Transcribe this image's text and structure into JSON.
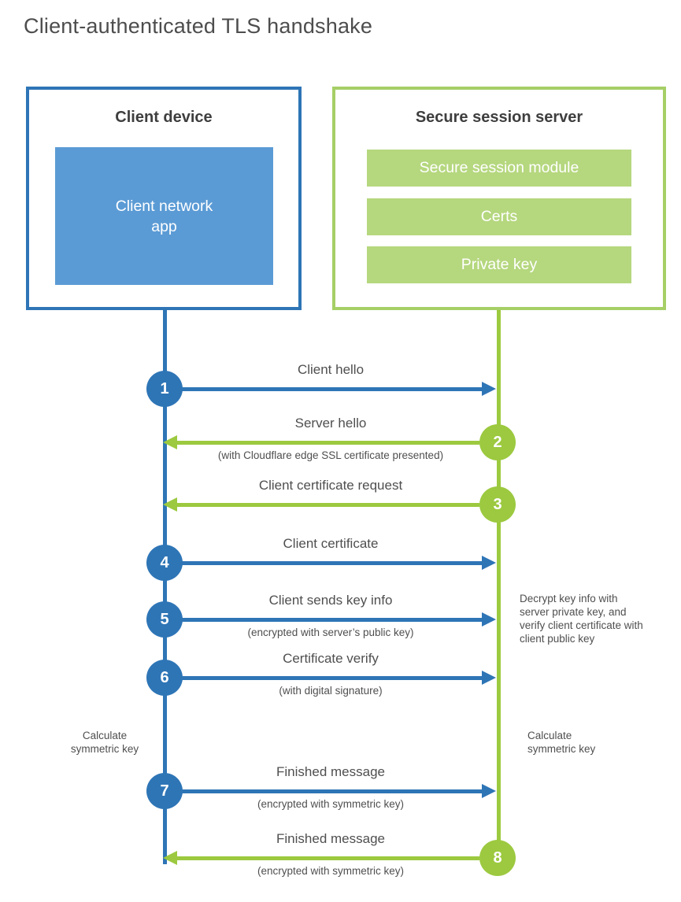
{
  "title": "Client-authenticated TLS handshake",
  "client_box": {
    "title": "Client device",
    "app_label": "Client network app"
  },
  "server_box": {
    "title": "Secure session server",
    "modules": [
      "Secure session module",
      "Certs",
      "Private key"
    ]
  },
  "steps": [
    {
      "number": "1",
      "actor": "client",
      "direction": "right",
      "label": "Client hello",
      "sublabel": ""
    },
    {
      "number": "2",
      "actor": "server",
      "direction": "left",
      "label": "Server hello",
      "sublabel": "(with Cloudflare edge SSL certificate presented)"
    },
    {
      "number": "3",
      "actor": "server",
      "direction": "left",
      "label": "Client certificate request",
      "sublabel": ""
    },
    {
      "number": "4",
      "actor": "client",
      "direction": "right",
      "label": "Client certificate",
      "sublabel": ""
    },
    {
      "number": "5",
      "actor": "client",
      "direction": "right",
      "label": "Client sends key info",
      "sublabel": "(encrypted with server’s public key)"
    },
    {
      "number": "6",
      "actor": "client",
      "direction": "right",
      "label": "Certificate verify",
      "sublabel": "(with digital signature)"
    },
    {
      "number": "7",
      "actor": "client",
      "direction": "right",
      "label": "Finished message",
      "sublabel": "(encrypted with symmetric key)"
    },
    {
      "number": "8",
      "actor": "server",
      "direction": "left",
      "label": "Finished message",
      "sublabel": "(encrypted with symmetric key)"
    }
  ],
  "annotations": {
    "decrypt_note": "Decrypt key info with server private key, and verify client certificate with client public key",
    "calculate_left": "Calculate symmetric key",
    "calculate_right": "Calculate symmetric key"
  },
  "colors": {
    "client_primary": "#2E75B6",
    "client_fill": "#5B9BD5",
    "server_primary": "#9CC93F",
    "server_border": "#A6CF66",
    "server_fill": "#B5D77E",
    "text": "#4F4F4F"
  }
}
